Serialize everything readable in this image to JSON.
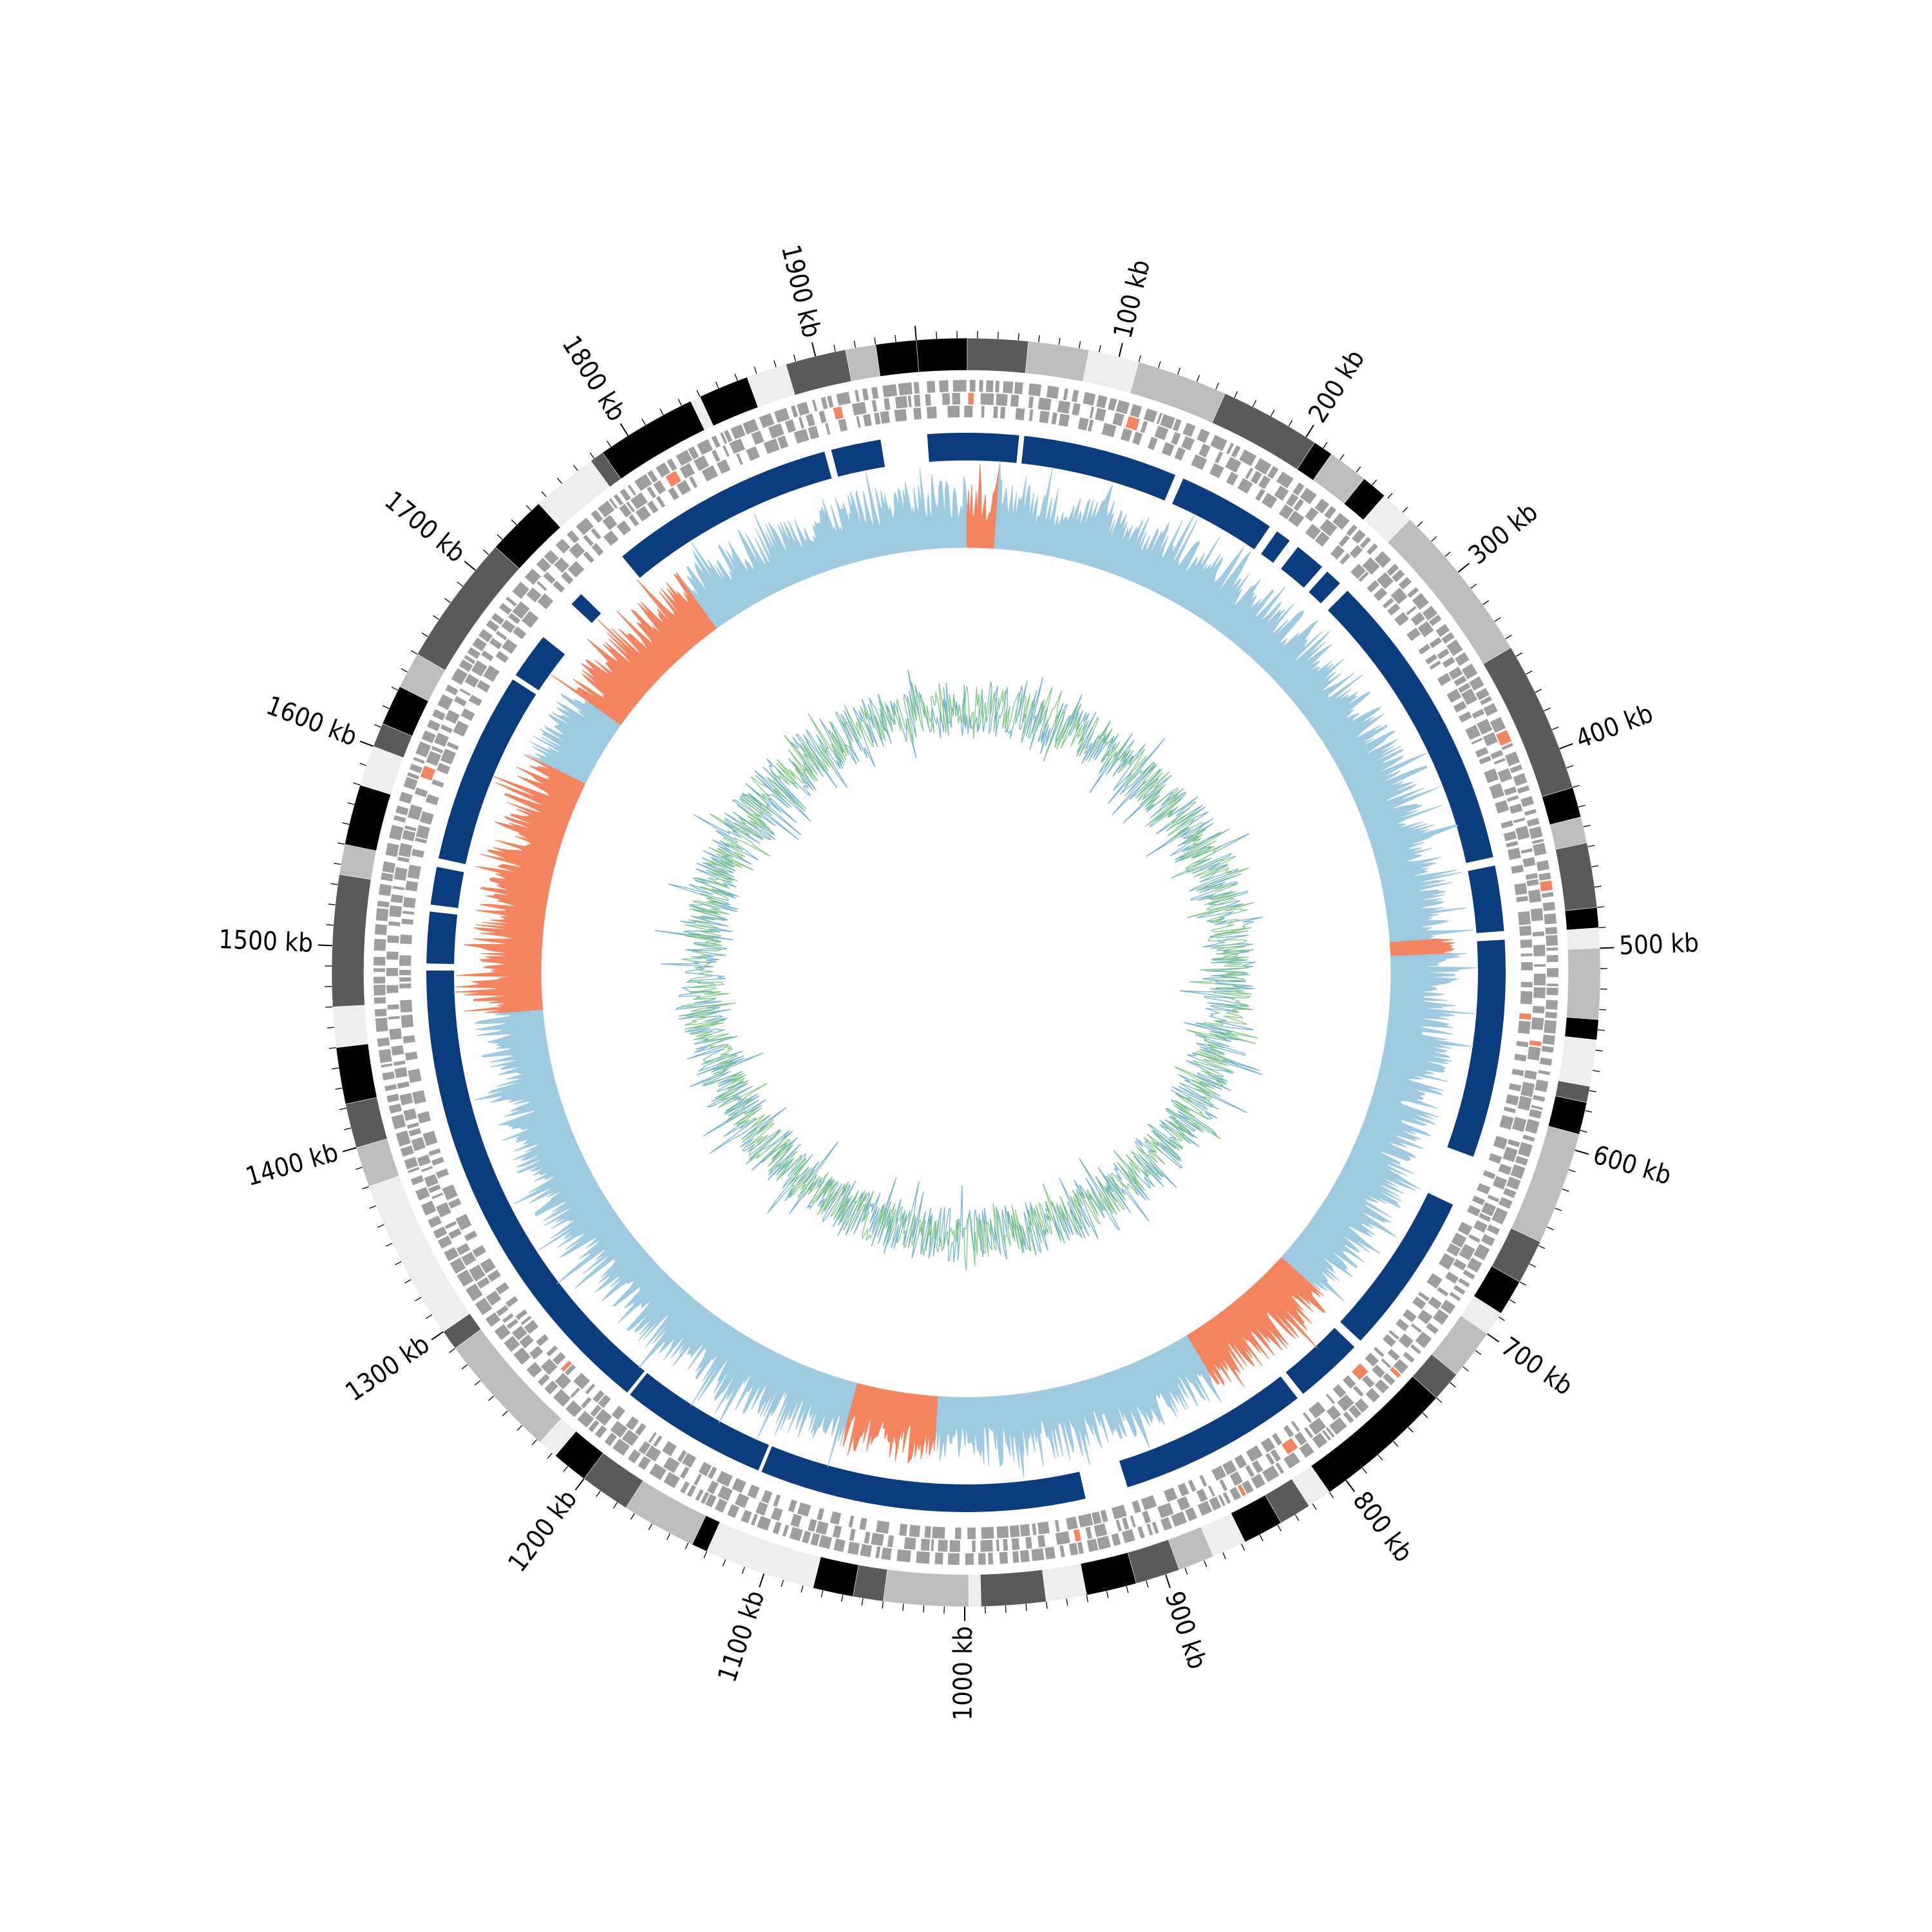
{
  "chart_data": {
    "type": "circos",
    "title": "",
    "axis": {
      "unit": "kb",
      "tick_labels": [
        "100 kb",
        "200 kb",
        "300 kb",
        "400 kb",
        "500 kb",
        "600 kb",
        "700 kb",
        "800 kb",
        "900 kb",
        "1000 kb",
        "1100 kb",
        "1200 kb",
        "1300 kb",
        "1400 kb",
        "1500 kb",
        "1600 kb",
        "1700 kb",
        "1800 kb",
        "1900 kb"
      ],
      "tick_positions_kb": [
        100,
        200,
        300,
        400,
        500,
        600,
        700,
        800,
        900,
        1000,
        1100,
        1200,
        1300,
        1400,
        1500,
        1600,
        1700,
        1800,
        1900
      ],
      "genome_length_kb": 1950,
      "major_tick_every_kb": 100,
      "minor_tick_every_kb": 10
    },
    "tracks": {
      "outer_bands": {
        "name": "",
        "colors": [
          "#000000",
          "#5a5a5a",
          "#bdbdbd",
          "#ededed"
        ],
        "bands": [
          {
            "start": 0,
            "end": 25,
            "shade": 0
          },
          {
            "start": 25,
            "end": 55,
            "shade": 1
          },
          {
            "start": 55,
            "end": 85,
            "shade": 2
          },
          {
            "start": 85,
            "end": 110,
            "shade": 3
          },
          {
            "start": 110,
            "end": 155,
            "shade": 2
          },
          {
            "start": 155,
            "end": 205,
            "shade": 1
          },
          {
            "start": 205,
            "end": 215,
            "shade": 0
          },
          {
            "start": 215,
            "end": 235,
            "shade": 2
          },
          {
            "start": 235,
            "end": 248,
            "shade": 0
          },
          {
            "start": 248,
            "end": 265,
            "shade": 3
          },
          {
            "start": 265,
            "end": 345,
            "shade": 2
          },
          {
            "start": 345,
            "end": 420,
            "shade": 1
          },
          {
            "start": 420,
            "end": 435,
            "shade": 0
          },
          {
            "start": 435,
            "end": 448,
            "shade": 2
          },
          {
            "start": 448,
            "end": 480,
            "shade": 1
          },
          {
            "start": 480,
            "end": 490,
            "shade": 0
          },
          {
            "start": 490,
            "end": 500,
            "shade": 3
          },
          {
            "start": 500,
            "end": 535,
            "shade": 2
          },
          {
            "start": 535,
            "end": 545,
            "shade": 0
          },
          {
            "start": 545,
            "end": 568,
            "shade": 3
          },
          {
            "start": 568,
            "end": 576,
            "shade": 1
          },
          {
            "start": 576,
            "end": 592,
            "shade": 0
          },
          {
            "start": 592,
            "end": 648,
            "shade": 2
          },
          {
            "start": 648,
            "end": 670,
            "shade": 1
          },
          {
            "start": 670,
            "end": 688,
            "shade": 0
          },
          {
            "start": 688,
            "end": 700,
            "shade": 3
          },
          {
            "start": 700,
            "end": 725,
            "shade": 2
          },
          {
            "start": 725,
            "end": 740,
            "shade": 1
          },
          {
            "start": 740,
            "end": 810,
            "shade": 0
          },
          {
            "start": 810,
            "end": 822,
            "shade": 3
          },
          {
            "start": 822,
            "end": 838,
            "shade": 1
          },
          {
            "start": 838,
            "end": 858,
            "shade": 0
          },
          {
            "start": 858,
            "end": 875,
            "shade": 3
          },
          {
            "start": 875,
            "end": 893,
            "shade": 2
          },
          {
            "start": 893,
            "end": 915,
            "shade": 1
          },
          {
            "start": 915,
            "end": 940,
            "shade": 0
          },
          {
            "start": 940,
            "end": 960,
            "shade": 3
          },
          {
            "start": 960,
            "end": 992,
            "shade": 1
          },
          {
            "start": 992,
            "end": 998,
            "shade": 3
          },
          {
            "start": 998,
            "end": 1040,
            "shade": 2
          },
          {
            "start": 1040,
            "end": 1055,
            "shade": 1
          },
          {
            "start": 1055,
            "end": 1075,
            "shade": 0
          },
          {
            "start": 1075,
            "end": 1130,
            "shade": 3
          },
          {
            "start": 1130,
            "end": 1138,
            "shade": 0
          },
          {
            "start": 1138,
            "end": 1175,
            "shade": 2
          },
          {
            "start": 1175,
            "end": 1200,
            "shade": 1
          },
          {
            "start": 1200,
            "end": 1218,
            "shade": 0
          },
          {
            "start": 1218,
            "end": 1228,
            "shade": 3
          },
          {
            "start": 1228,
            "end": 1290,
            "shade": 2
          },
          {
            "start": 1290,
            "end": 1300,
            "shade": 1
          },
          {
            "start": 1300,
            "end": 1380,
            "shade": 3
          },
          {
            "start": 1380,
            "end": 1400,
            "shade": 2
          },
          {
            "start": 1400,
            "end": 1422,
            "shade": 1
          },
          {
            "start": 1422,
            "end": 1450,
            "shade": 0
          },
          {
            "start": 1450,
            "end": 1470,
            "shade": 3
          },
          {
            "start": 1470,
            "end": 1535,
            "shade": 1
          },
          {
            "start": 1535,
            "end": 1550,
            "shade": 2
          },
          {
            "start": 1550,
            "end": 1580,
            "shade": 0
          },
          {
            "start": 1580,
            "end": 1600,
            "shade": 3
          },
          {
            "start": 1600,
            "end": 1612,
            "shade": 1
          },
          {
            "start": 1612,
            "end": 1632,
            "shade": 0
          },
          {
            "start": 1632,
            "end": 1650,
            "shade": 2
          },
          {
            "start": 1650,
            "end": 1715,
            "shade": 1
          },
          {
            "start": 1715,
            "end": 1745,
            "shade": 0
          },
          {
            "start": 1745,
            "end": 1778,
            "shade": 3
          },
          {
            "start": 1778,
            "end": 1785,
            "shade": 1
          },
          {
            "start": 1785,
            "end": 1835,
            "shade": 0
          },
          {
            "start": 1835,
            "end": 1840,
            "shade": 3
          },
          {
            "start": 1840,
            "end": 1865,
            "shade": 0
          },
          {
            "start": 1865,
            "end": 1885,
            "shade": 3
          },
          {
            "start": 1885,
            "end": 1915,
            "shade": 1
          },
          {
            "start": 1915,
            "end": 1930,
            "shade": 2
          },
          {
            "start": 1930,
            "end": 1950,
            "shade": 0
          }
        ]
      },
      "feature_rows": {
        "name": "",
        "color": "#9e9e9e",
        "accent_color": "#f4835f",
        "rows": 3
      },
      "contig_blocks": {
        "name": "",
        "color": "#0b3d7e",
        "blocks": [
          {
            "start": 2,
            "end": 55
          },
          {
            "start": 58,
            "end": 148
          },
          {
            "start": 153,
            "end": 210
          },
          {
            "start": 215,
            "end": 224
          },
          {
            "start": 230,
            "end": 248
          },
          {
            "start": 252,
            "end": 262
          },
          {
            "start": 268,
            "end": 445
          },
          {
            "start": 450,
            "end": 488
          },
          {
            "start": 493,
            "end": 620
          },
          {
            "start": 650,
            "end": 745
          },
          {
            "start": 750,
            "end": 790
          },
          {
            "start": 794,
            "end": 905
          },
          {
            "start": 930,
            "end": 1120
          },
          {
            "start": 1122,
            "end": 1208
          },
          {
            "start": 1210,
            "end": 1488
          },
          {
            "start": 1492,
            "end": 1522
          },
          {
            "start": 1526,
            "end": 1548
          },
          {
            "start": 1553,
            "end": 1665
          },
          {
            "start": 1668,
            "end": 1695
          },
          {
            "start": 1720,
            "end": 1728
          },
          {
            "start": 1760,
            "end": 1892
          },
          {
            "start": 1896,
            "end": 1925
          }
        ]
      },
      "gc_skew": {
        "name": "",
        "positive_color": "#9ecae1",
        "negative_color": "#f4835f",
        "segments": [
          {
            "start": 0,
            "end": 25,
            "sign": "positive"
          },
          {
            "start": 25,
            "end": 45,
            "sign": "negative"
          },
          {
            "start": 45,
            "end": 490,
            "sign": "positive"
          },
          {
            "start": 490,
            "end": 500,
            "sign": "negative"
          },
          {
            "start": 500,
            "end": 740,
            "sign": "positive"
          },
          {
            "start": 740,
            "end": 830,
            "sign": "negative"
          },
          {
            "start": 830,
            "end": 1020,
            "sign": "positive"
          },
          {
            "start": 1020,
            "end": 1080,
            "sign": "negative"
          },
          {
            "start": 1080,
            "end": 1460,
            "sign": "positive"
          },
          {
            "start": 1460,
            "end": 1630,
            "sign": "negative"
          },
          {
            "start": 1630,
            "end": 1680,
            "sign": "positive"
          },
          {
            "start": 1680,
            "end": 1780,
            "sign": "negative"
          },
          {
            "start": 1780,
            "end": 1950,
            "sign": "positive"
          }
        ],
        "range": [
          -1,
          1
        ]
      },
      "gc_content": {
        "name": "",
        "series": [
          {
            "color": "#6baed6"
          },
          {
            "color": "#74c476"
          }
        ]
      }
    }
  }
}
